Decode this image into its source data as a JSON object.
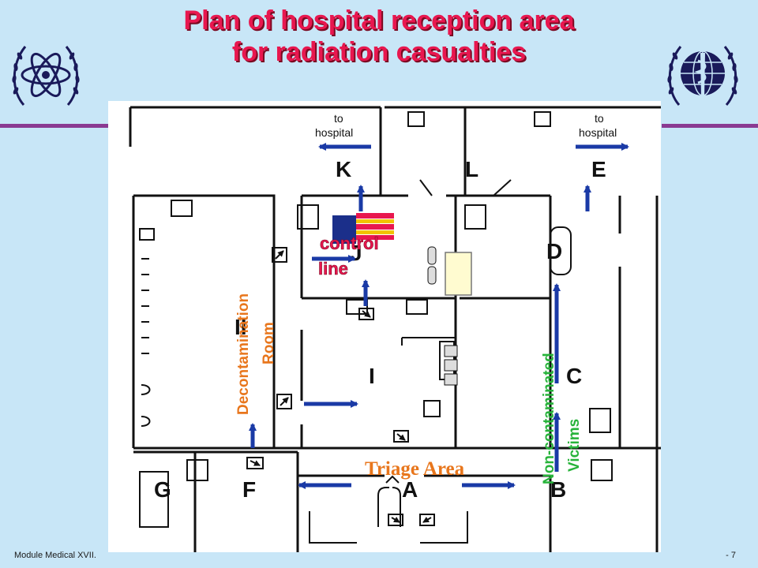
{
  "slide": {
    "title_line1": "Plan of hospital reception area",
    "title_line2": "for radiation casualties",
    "footer_left": "Module Medical XVII.",
    "footer_right": "- 7"
  },
  "plan": {
    "rooms": {
      "A": "A",
      "B": "B",
      "C": "C",
      "D": "D",
      "E": "E",
      "F": "F",
      "G": "G",
      "I": "I",
      "J": "J",
      "K": "K",
      "L": "L",
      "H": "II"
    },
    "to_hospital_left": [
      "to",
      "hospital"
    ],
    "to_hospital_right": [
      "to",
      "hospital"
    ],
    "control_line": [
      "control",
      "line"
    ],
    "decontamination": [
      "Decontamination",
      "Room"
    ],
    "non_contaminated": [
      "Non-contaminated",
      "Victims"
    ],
    "triage": "Triage Area"
  },
  "colors": {
    "title": "#e8174f",
    "arrow": "#1a3aa6",
    "control_line": "#1b2f8a",
    "decon_text": "#e8761c",
    "noncontam_text": "#27b33a",
    "triage_text": "#e8761c",
    "background": "#c8e6f7"
  }
}
